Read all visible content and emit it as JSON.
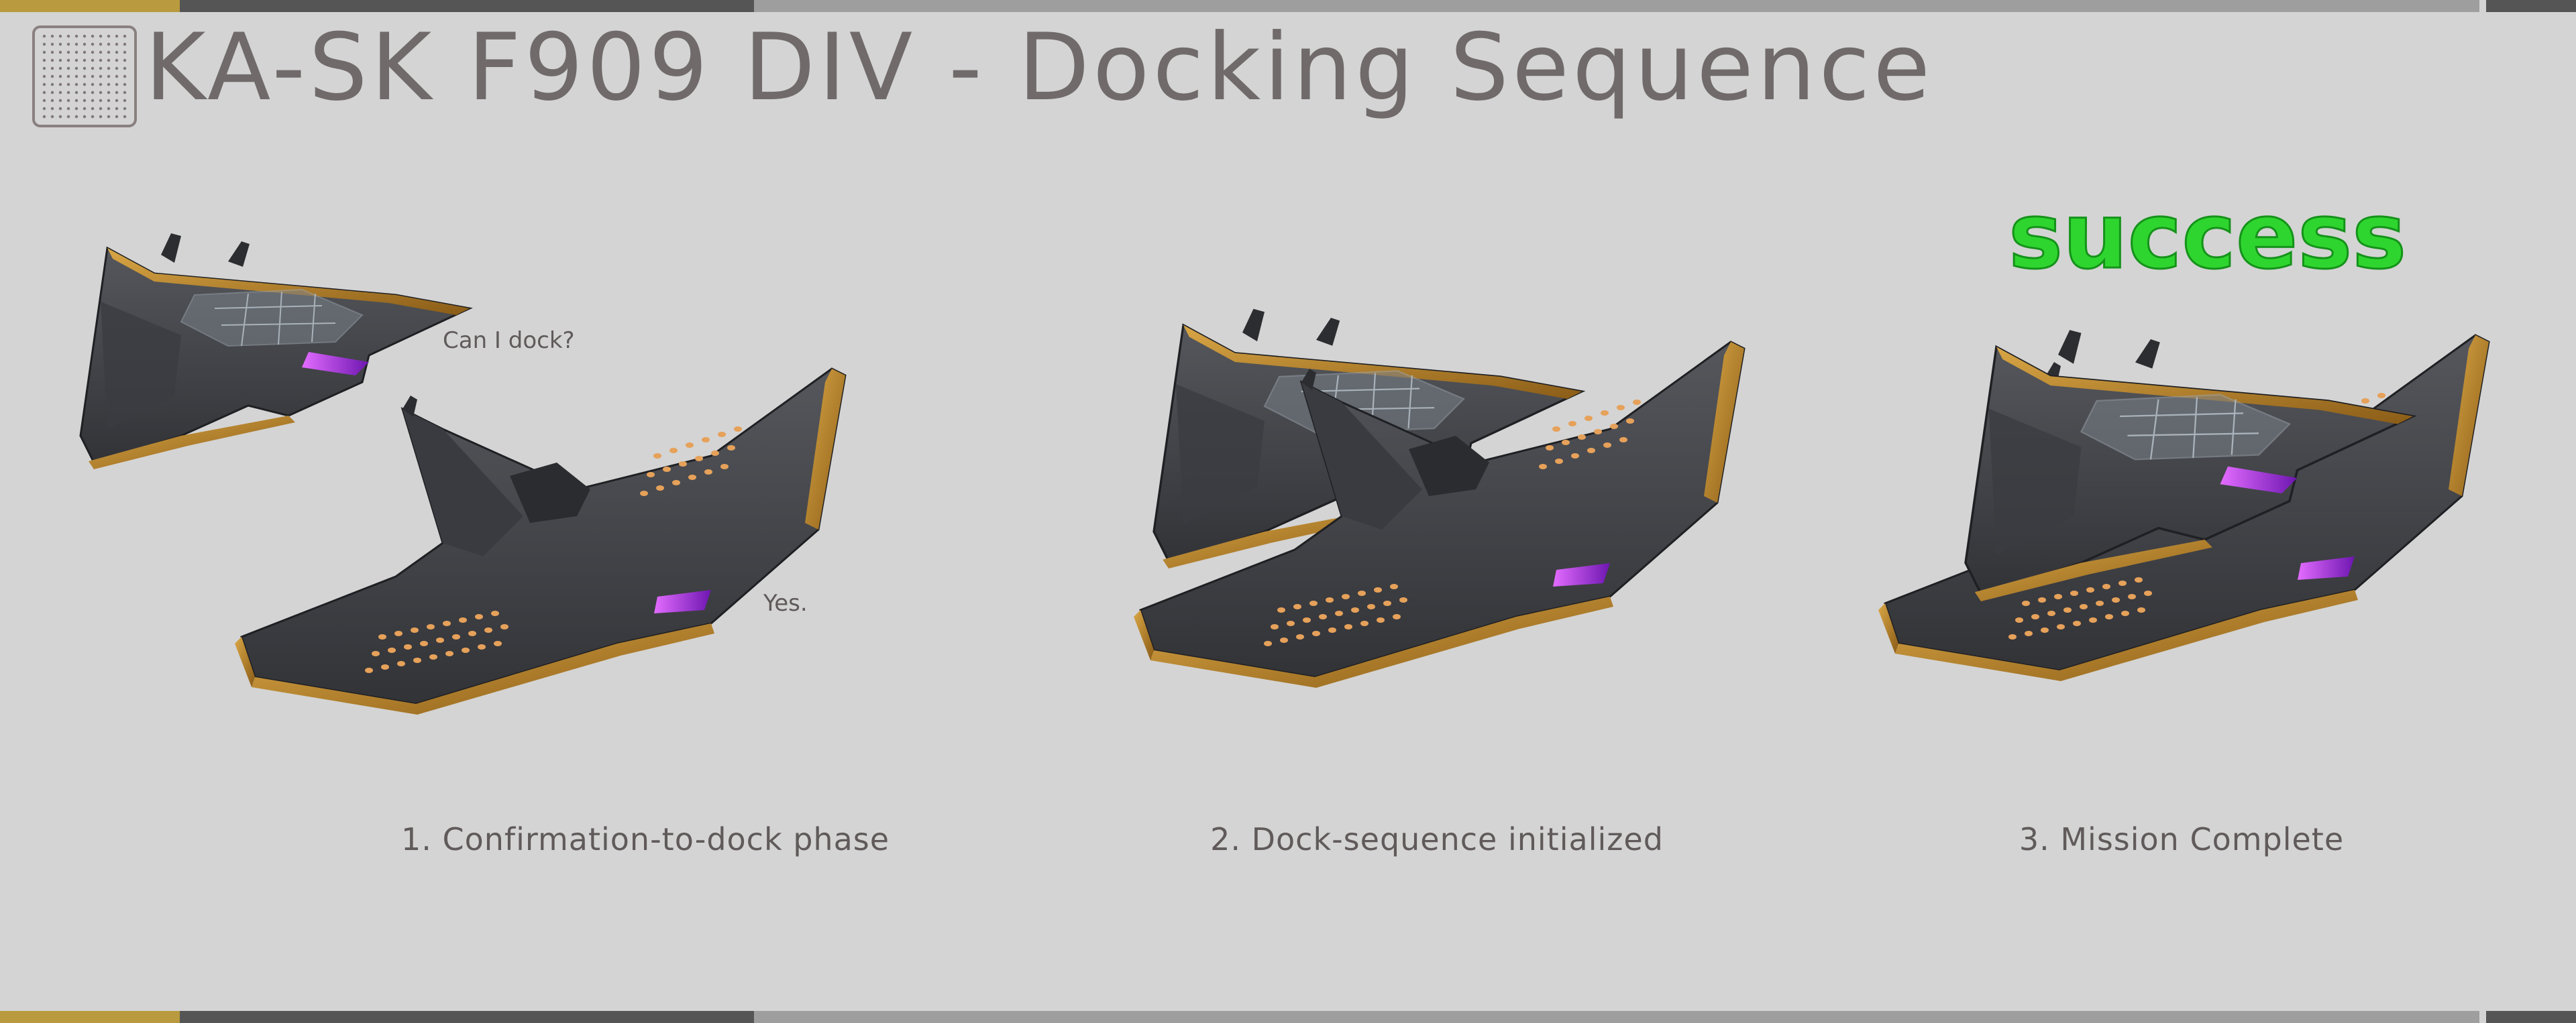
{
  "page": {
    "title": "KA-SK F909 DIV - Docking Sequence",
    "status": "success"
  },
  "dialogue": {
    "question": "Can I dock?",
    "answer": "Yes."
  },
  "steps": [
    {
      "label": "1. Confirmation-to-dock phase"
    },
    {
      "label": "2. Dock-sequence initialized"
    },
    {
      "label": "3. Mission Complete"
    }
  ],
  "colors": {
    "background": "#d4d4d4",
    "title": "#706a6a",
    "text": "#605a5a",
    "success": "#2fd52f",
    "hull": "#46484d",
    "hull_dark": "#2c2d31",
    "trim": "#b8862b",
    "dots": "#e6a15a",
    "engine": "#b12ad8",
    "band_gold": "#b99a3e",
    "band_dark": "#555555",
    "band_light": "#9e9e9e"
  },
  "icons": {
    "logo": "dot-grid-icon"
  }
}
